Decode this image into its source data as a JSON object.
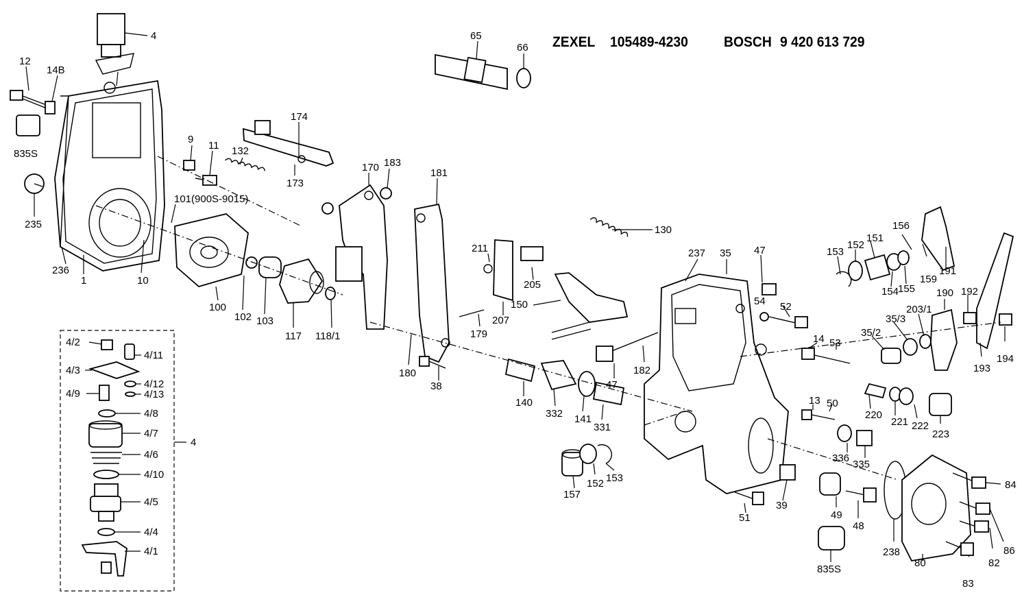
{
  "header": {
    "zexel_brand": "ZEXEL",
    "zexel_number": "105489-4230",
    "bosch_brand": "BOSCH",
    "bosch_number": "9 420 613 729"
  },
  "callouts": {
    "c4": "4",
    "c12": "12",
    "c14B": "14B",
    "c835S_a": "835S",
    "c235": "235",
    "c236": "236",
    "c1": "1",
    "c10": "10",
    "c9": "9",
    "c11": "11",
    "c132": "132",
    "c174": "174",
    "c173": "173",
    "c101": "101(900S-9015)",
    "c100": "100",
    "c102": "102",
    "c103": "103",
    "c117": "117",
    "c118_1": "118/1",
    "c170": "170",
    "c183": "183",
    "c181": "181",
    "c65": "65",
    "c66": "66",
    "c130": "130",
    "c211": "211",
    "c205": "205",
    "c207": "207",
    "c179": "179",
    "c150": "150",
    "c180": "180",
    "c38": "38",
    "c140": "140",
    "c332": "332",
    "c141": "141",
    "c331": "331",
    "c157": "157",
    "c152_a": "152",
    "c153_a": "153",
    "c237": "237",
    "c35": "35",
    "c47_a": "47",
    "c54": "54",
    "c52": "52",
    "c47_b": "47",
    "c182": "182",
    "c14": "14",
    "c53": "53",
    "c13": "13",
    "c50": "50",
    "c336": "336",
    "c335": "335",
    "c39": "39",
    "c51": "51",
    "c49": "49",
    "c48": "48",
    "c835S_b": "835S",
    "c153_b": "153",
    "c152_b": "152",
    "c151": "151",
    "c154": "154",
    "c155": "155",
    "c156": "156",
    "c159": "159",
    "c191": "191",
    "c190": "190",
    "c192": "192",
    "c203_1": "203/1",
    "c35_3": "35/3",
    "c35_2": "35/2",
    "c193": "193",
    "c194": "194",
    "c220": "220",
    "c221": "221",
    "c222": "222",
    "c223": "223",
    "c238": "238",
    "c80": "80",
    "c83": "83",
    "c82": "82",
    "c86": "86",
    "c84": "84"
  },
  "inset": {
    "label": "4",
    "items": [
      "4/2",
      "4/11",
      "4/3",
      "4/12",
      "4/9",
      "4/13",
      "4/8",
      "4/7",
      "4/6",
      "4/10",
      "4/5",
      "4/4",
      "4/1"
    ]
  }
}
